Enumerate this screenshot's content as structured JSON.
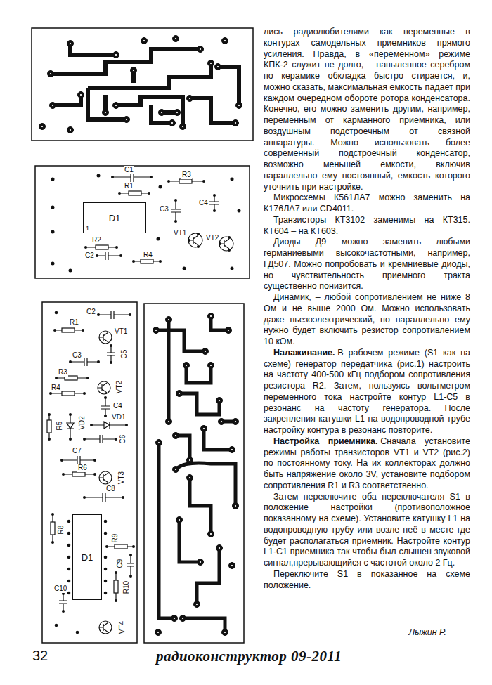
{
  "diagram": {
    "nodes": [
      {
        "text": [
          "D1",
          "1"
        ]
      },
      {
        "text": [
          "D1"
        ]
      }
    ],
    "labels": [
      "C1",
      "R3",
      "R1",
      "C3",
      "C4",
      "VT1",
      "VT2",
      "R2",
      "C2",
      "R4",
      "C2",
      "R1",
      "VT1",
      "C5",
      "C3",
      "R3",
      "R4",
      "VT2",
      "C4",
      "R5",
      "VD2",
      "VD1",
      "C6",
      "C7",
      "R6",
      "VT3",
      "C8",
      "R8",
      "R9",
      "C9",
      "R10",
      "C10",
      "VT4",
      "лись радиолюбителями как переменные в контурах самодельных приемников прямого усиления. Правда, в «переменном» режиме КПК-2 служит не долго, – напыленное серебром по керамике обкладка быстро стирается, и, можно сказать, максимальная емкость падает при каждом очередном обороте ротора конденсатора. Конечно, его можно заменить другим, например, переменным от карманного приемника, или воздушным подстроечным от связной аппаратуры. Можно использовать более современный подстроечный конденсатор, возможно меньшей емкости, включив параллельно ему постоянный, емкость которого уточнить при настройке.",
      "Микросхемы К561ЛА7 можно заменить на К176ЛА7 или CD4011.",
      "Транзисторы КТ3102 заменимы на КТ315. КТ604 – на КТ603.",
      "Диоды Д9 можно заменить любыми германиевыми высокочастотными, например, ГД507. Можно попробовать и кремниевые диоды, но чувствительность приемного тракта существенно понизится.",
      "Динамик, – любой сопротивлением не ниже 8 Ом и не выше 2000 Ом. Можно использовать даже пьезоэлектрический, но параллельно ему нужно будет включить резистор сопротивлением 10 кОм.",
      "Налаживание.",
      "В рабочем режиме (S1 как на схеме) генератор передатчика (рис.1) настроить на частоту 400-500 кГц подбором сопротивления резистора R2. Затем, пользуясь вольтметром переменного тока настройте контур L1-C5 в резонанс на частоту генератора. После закрепления катушки L1 на водопроводной трубе настройку контура в резонанс повторите.",
      "Настройка приемника.",
      "Сначала установите режимы работы транзисторов VT1 и VT2 (рис.2) по постоянному току. На их коллекторах должно быть напряжение около 3V, установите подбором сопротивления R1 и R3 соответственно.",
      "Затем переключите оба переключателя S1 в положение настройки (противоположное показанному на схеме). Установите катушку L1 на водопроводную трубу или возле неё в месте где будет располагаться приемник. Настройте контур L1-C1 приемника так чтобы был слышен звуковой сигнал,прерывающийся с частотой около 2 Гц.",
      "Переключите S1 в показанное на схеме положение.",
      "Лыжин Р.",
      "32",
      "радиоконструктор 09-2011"
    ]
  }
}
